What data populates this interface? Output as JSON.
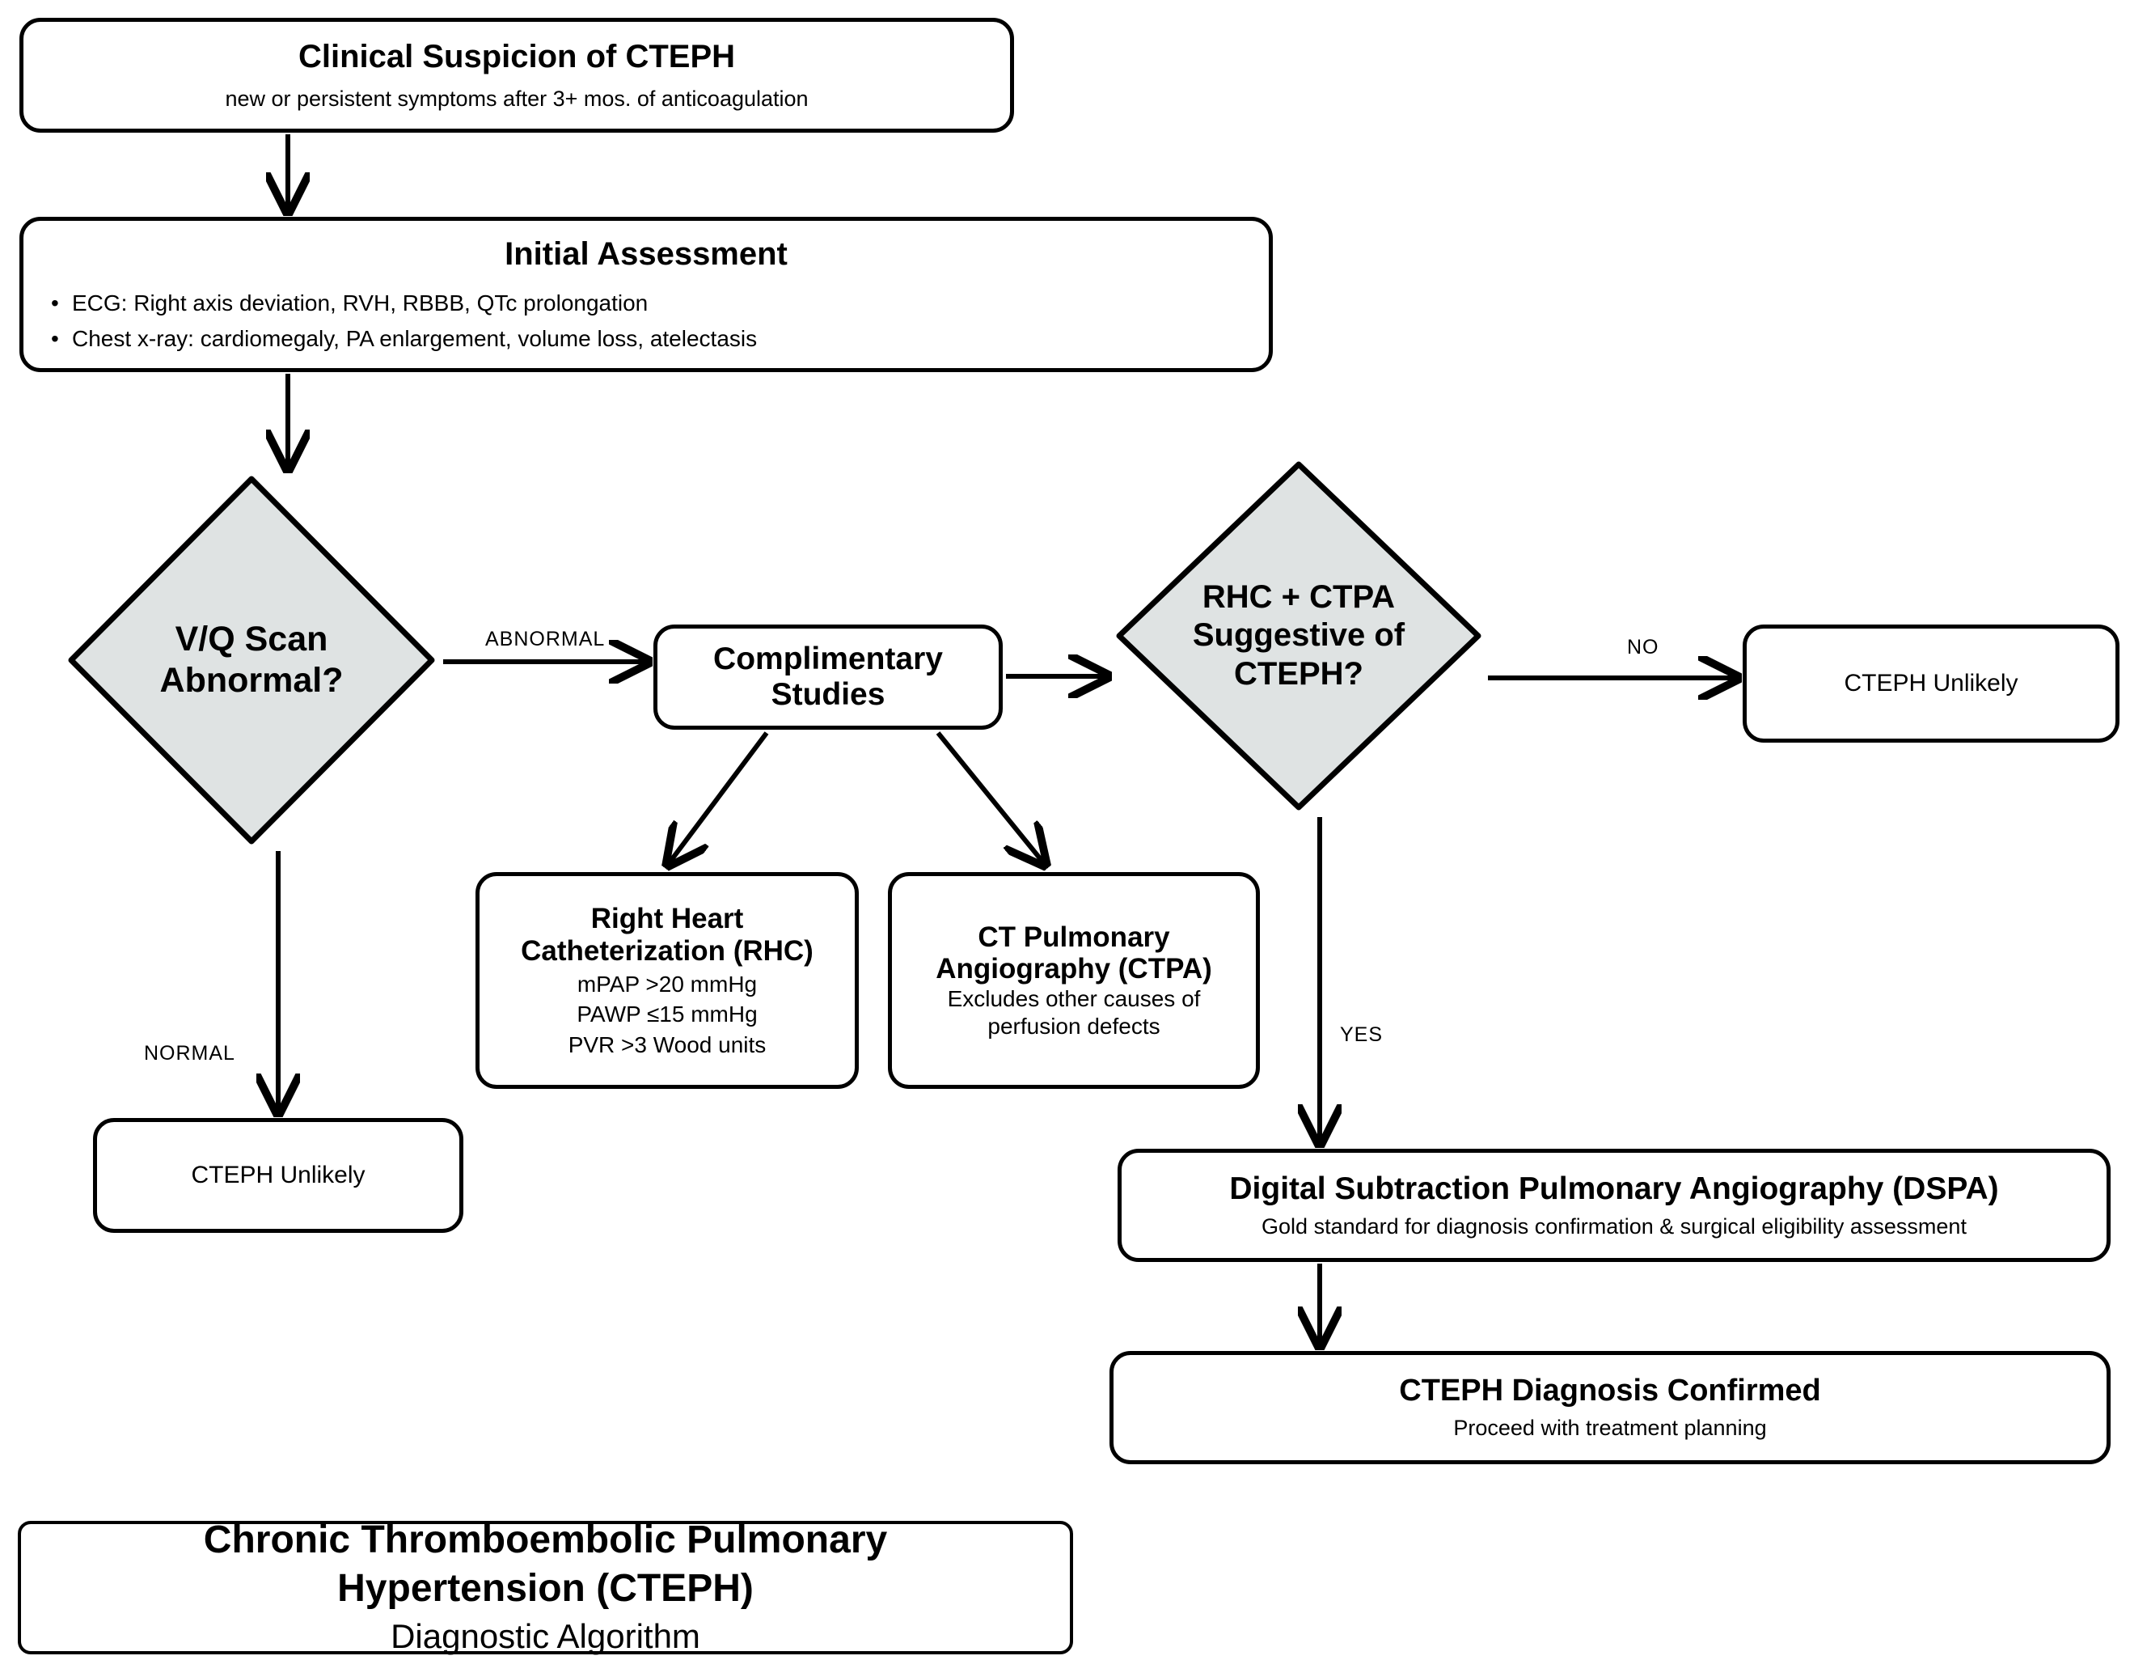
{
  "diagram": {
    "title": "Chronic Thromboembolic Pulmonary Hypertension (CTEPH) Diagnostic Algorithm",
    "colors": {
      "stroke": "#000000",
      "decision_fill": "#dfe3e3",
      "node_fill": "#ffffff",
      "background": "#ffffff"
    }
  },
  "nodes": {
    "clinical_suspicion": {
      "title": "Clinical Suspicion of CTEPH",
      "subtitle": "new or persistent symptoms after 3+ mos. of anticoagulation"
    },
    "initial_assessment": {
      "title": "Initial Assessment",
      "bullets": [
        "ECG: Right axis deviation, RVH, RBBB, QTc prolongation",
        "Chest x-ray: cardiomegaly, PA enlargement, volume loss, atelectasis"
      ]
    },
    "vq_decision": {
      "line1": "V/Q Scan",
      "line2": "Abnormal?"
    },
    "complimentary_studies": {
      "line1": "Complimentary",
      "line2": "Studies"
    },
    "rhc": {
      "line1": "Right Heart",
      "line2": "Catheterization (RHC)",
      "detail1": "mPAP >20 mmHg",
      "detail2": "PAWP ≤15 mmHg",
      "detail3": "PVR >3 Wood units"
    },
    "ctpa": {
      "line1": "CT Pulmonary",
      "line2": "Angiography (CTPA)",
      "detail1": "Excludes other causes of",
      "detail2": "perfusion defects"
    },
    "rhc_ctpa_decision": {
      "line1": "RHC + CTPA",
      "line2": "Suggestive of",
      "line3": "CTEPH?"
    },
    "unlikely_left": {
      "label": "CTEPH Unlikely"
    },
    "unlikely_right": {
      "label": "CTEPH Unlikely"
    },
    "dspa": {
      "title": "Digital Subtraction Pulmonary Angiography (DSPA)",
      "subtitle": "Gold standard for diagnosis confirmation & surgical eligibility assessment"
    },
    "confirmed": {
      "title": "CTEPH Diagnosis Confirmed",
      "subtitle": "Proceed with treatment planning"
    },
    "legend": {
      "line1": "Chronic Thromboembolic Pulmonary",
      "line2": "Hypertension (CTEPH)",
      "line3": "Diagnostic Algorithm"
    }
  },
  "edge_labels": {
    "abnormal": "ABNORMAL",
    "normal": "NORMAL",
    "no": "NO",
    "yes": "YES"
  }
}
